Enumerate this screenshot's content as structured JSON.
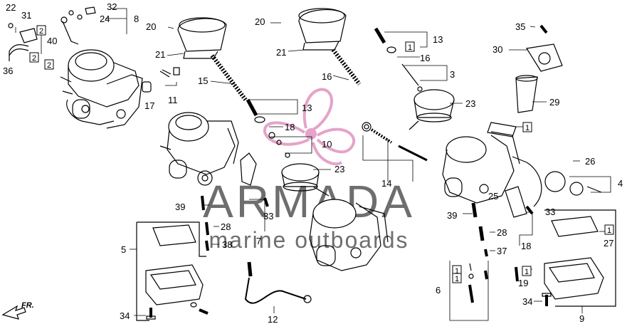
{
  "watermark": {
    "brand": "ARMADA",
    "tagline": "marine outboards",
    "brand_color": "#555555",
    "logo_color": "#e5a3c8"
  },
  "direction_label": "FR.",
  "callouts": [
    {
      "id": "c22",
      "text": "22"
    },
    {
      "id": "c31",
      "text": "31"
    },
    {
      "id": "c32",
      "text": "32"
    },
    {
      "id": "c24",
      "text": "24"
    },
    {
      "id": "c8",
      "text": "8"
    },
    {
      "id": "c2a",
      "text": "2"
    },
    {
      "id": "c40",
      "text": "40"
    },
    {
      "id": "c2b",
      "text": "2"
    },
    {
      "id": "c2c",
      "text": "2"
    },
    {
      "id": "c36",
      "text": "36"
    },
    {
      "id": "c20a",
      "text": "20"
    },
    {
      "id": "c21a",
      "text": "21"
    },
    {
      "id": "c15",
      "text": "15"
    },
    {
      "id": "c17",
      "text": "17"
    },
    {
      "id": "c11",
      "text": "11"
    },
    {
      "id": "c20b",
      "text": "20"
    },
    {
      "id": "c21b",
      "text": "21"
    },
    {
      "id": "c16a",
      "text": "16"
    },
    {
      "id": "c13a",
      "text": "13"
    },
    {
      "id": "c18a",
      "text": "18"
    },
    {
      "id": "c10",
      "text": "10"
    },
    {
      "id": "c23a",
      "text": "23"
    },
    {
      "id": "c13b",
      "text": "13"
    },
    {
      "id": "c1a",
      "text": "1"
    },
    {
      "id": "c16b",
      "text": "16"
    },
    {
      "id": "c3",
      "text": "3"
    },
    {
      "id": "c23b",
      "text": "23"
    },
    {
      "id": "c14",
      "text": "14"
    },
    {
      "id": "c35",
      "text": "35"
    },
    {
      "id": "c30",
      "text": "30"
    },
    {
      "id": "c29",
      "text": "29"
    },
    {
      "id": "c1b",
      "text": "1"
    },
    {
      "id": "c26",
      "text": "26"
    },
    {
      "id": "c4",
      "text": "4"
    },
    {
      "id": "c25",
      "text": "25"
    },
    {
      "id": "c39a",
      "text": "39"
    },
    {
      "id": "c33a",
      "text": "33"
    },
    {
      "id": "c28a",
      "text": "28"
    },
    {
      "id": "c7",
      "text": "7"
    },
    {
      "id": "c38",
      "text": "38"
    },
    {
      "id": "c5",
      "text": "5"
    },
    {
      "id": "c34a",
      "text": "34"
    },
    {
      "id": "c12",
      "text": "12"
    },
    {
      "id": "c39b",
      "text": "39"
    },
    {
      "id": "c33b",
      "text": "33"
    },
    {
      "id": "c28b",
      "text": "28"
    },
    {
      "id": "c37",
      "text": "37"
    },
    {
      "id": "c18b",
      "text": "18"
    },
    {
      "id": "c1c",
      "text": "1"
    },
    {
      "id": "c27",
      "text": "27"
    },
    {
      "id": "c1d",
      "text": "1"
    },
    {
      "id": "c19",
      "text": "19"
    },
    {
      "id": "c1e",
      "text": "1"
    },
    {
      "id": "c6",
      "text": "6"
    },
    {
      "id": "c34b",
      "text": "34"
    },
    {
      "id": "c9",
      "text": "9"
    },
    {
      "id": "c1f",
      "text": "1"
    }
  ]
}
